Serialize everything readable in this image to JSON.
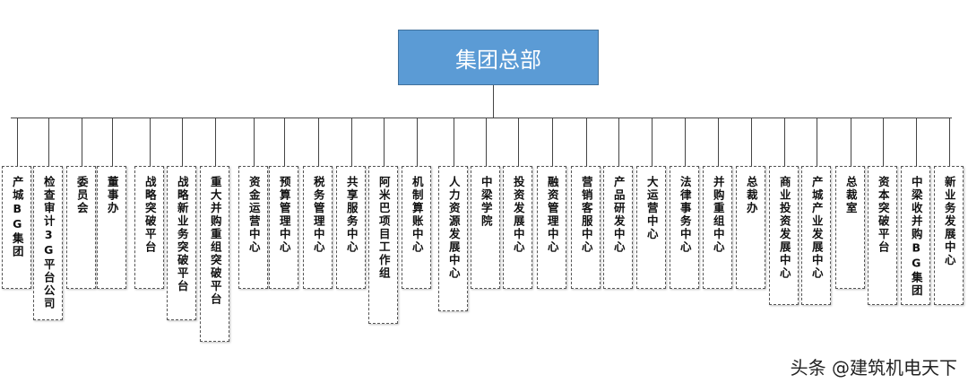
{
  "root": {
    "label": "集团总部"
  },
  "departments": [
    "产城BG集团",
    "检查审计3G平台公司",
    "委员会",
    "董事办",
    "战略突破平台",
    "战略新业务突破平台",
    "重大并购重组突破平台",
    "资金运营中心",
    "预算管理中心",
    "税务管理中心",
    "共享服务中心",
    "阿米巴项目工作组",
    "机制算账中心",
    "人力资源发展中心",
    "中梁学院",
    "投资发展中心",
    "融资管理中心",
    "营销客服中心",
    "产品研发中心",
    "大运营中心",
    "法律事务中心",
    "并购重组中心",
    "总裁办",
    "商业投资发展中心",
    "产城产业发展中心",
    "总裁室",
    "资本突破平台",
    "中梁收并购BG集团",
    "新业务发展中心"
  ],
  "watermark": "头条 @建筑机电天下"
}
